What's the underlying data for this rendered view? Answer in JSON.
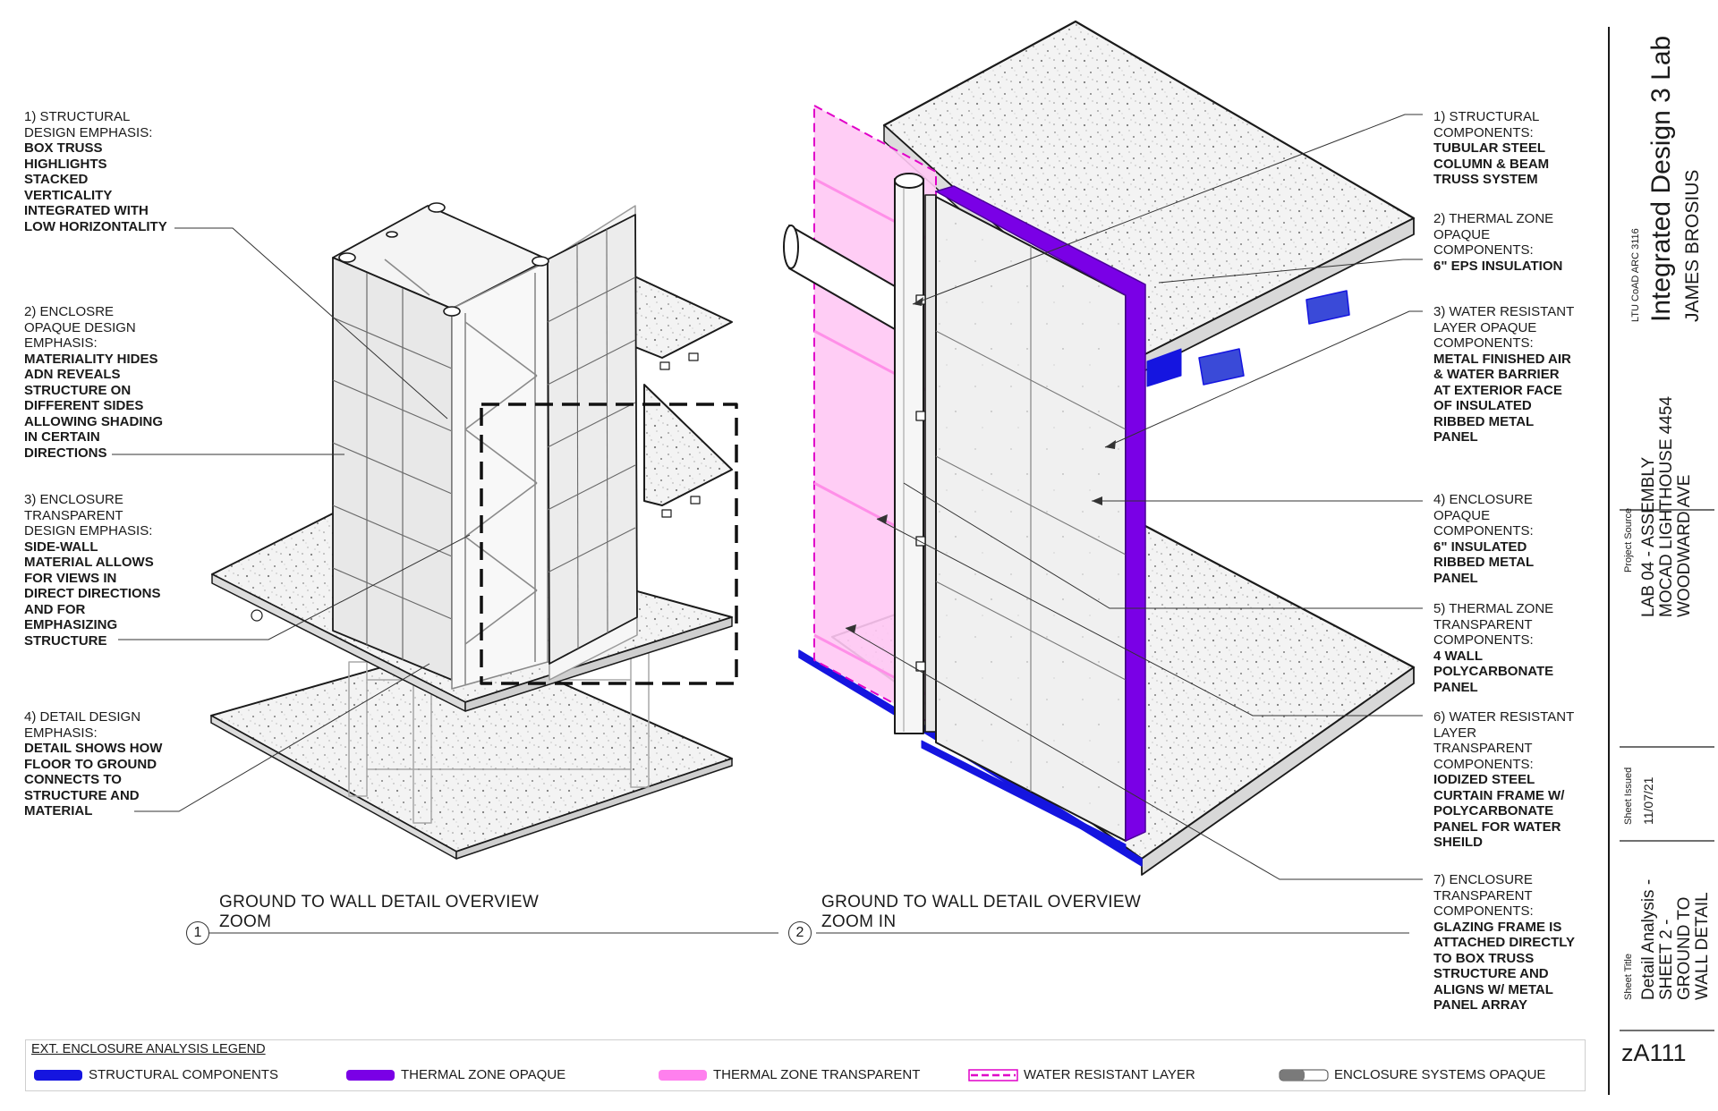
{
  "views": [
    {
      "number": "1",
      "title_line1": "GROUND TO WALL DETAIL OVERVIEW",
      "title_line2": "ZOOM"
    },
    {
      "number": "2",
      "title_line1": "GROUND TO WALL DETAIL OVERVIEW",
      "title_line2": "ZOOM IN"
    }
  ],
  "left_notes": [
    {
      "lead": [
        "1) STRUCTURAL",
        "DESIGN EMPHASIS:"
      ],
      "body": [
        "BOX TRUSS",
        "HIGHLIGHTS",
        "STACKED",
        "VERTICALITY",
        "INTEGRATED WITH",
        "LOW HORIZONTALITY"
      ]
    },
    {
      "lead": [
        "2) ENCLOSRE",
        "OPAQUE DESIGN",
        "EMPHASIS:"
      ],
      "body": [
        "MATERIALITY HIDES",
        "ADN REVEALS",
        "STRUCTURE ON",
        "DIFFERENT SIDES",
        "ALLOWING SHADING",
        "IN CERTAIN",
        "DIRECTIONS"
      ]
    },
    {
      "lead": [
        "3) ENCLOSURE",
        "TRANSPARENT",
        "DESIGN EMPHASIS:"
      ],
      "body": [
        "SIDE-WALL",
        "MATERIAL ALLOWS",
        "FOR VIEWS IN",
        "DIRECT DIRECTIONS",
        "AND FOR",
        "EMPHASIZING",
        "STRUCTURE"
      ]
    },
    {
      "lead": [
        "4) DETAIL DESIGN",
        "EMPHASIS:"
      ],
      "body": [
        "DETAIL SHOWS HOW",
        "FLOOR TO GROUND",
        "CONNECTS TO",
        "STRUCTURE AND",
        "MATERIAL"
      ]
    }
  ],
  "right_notes": [
    {
      "lead": [
        "1) STRUCTURAL",
        "COMPONENTS:"
      ],
      "body": [
        "TUBULAR STEEL",
        "COLUMN & BEAM",
        "TRUSS SYSTEM"
      ]
    },
    {
      "lead": [
        "2) THERMAL ZONE",
        "OPAQUE",
        "COMPONENTS:"
      ],
      "body": [
        "6\" EPS INSULATION"
      ]
    },
    {
      "lead": [
        "3) WATER RESISTANT",
        "LAYER OPAQUE",
        "COMPONENTS:"
      ],
      "body": [
        "METAL FINISHED AIR",
        "& WATER BARRIER",
        "AT EXTERIOR FACE",
        "OF INSULATED",
        "RIBBED METAL",
        "PANEL"
      ]
    },
    {
      "lead": [
        "4) ENCLOSURE",
        "OPAQUE",
        "COMPONENTS:"
      ],
      "body": [
        "6\" INSULATED",
        "RIBBED METAL",
        "PANEL"
      ]
    },
    {
      "lead": [
        "5) THERMAL ZONE",
        "TRANSPARENT",
        "COMPONENTS:"
      ],
      "body": [
        "4 WALL",
        "POLYCARBONATE",
        "PANEL"
      ]
    },
    {
      "lead": [
        "6) WATER RESISTANT",
        "LAYER",
        "TRANSPARENT",
        "COMPONENTS:"
      ],
      "body": [
        "IODIZED STEEL",
        "CURTAIN FRAME W/",
        "POLYCARBONATE",
        "PANEL FOR WATER",
        "SHEILD"
      ]
    },
    {
      "lead": [
        "7) ENCLOSURE",
        "TRANSPARENT",
        "COMPONENTS:"
      ],
      "body": [
        "GLAZING FRAME IS",
        "ATTACHED DIRECTLY",
        "TO BOX TRUSS",
        "STRUCTURE AND",
        "ALIGNS W/ METAL",
        "PANEL ARRAY"
      ]
    }
  ],
  "legend": {
    "title": "EXT. ENCLOSURE ANALYSIS LEGEND",
    "items": [
      {
        "label": "STRUCTURAL COMPONENTS",
        "color": "#1515e0",
        "style": "solid"
      },
      {
        "label": "THERMAL ZONE OPAQUE",
        "color": "#7a00e6",
        "style": "solid"
      },
      {
        "label": "THERMAL ZONE TRANSPARENT",
        "color": "#ff80ee",
        "style": "solid"
      },
      {
        "label": "WATER RESISTANT LAYER",
        "color": "#e000c8",
        "style": "dashed"
      },
      {
        "label": "ENCLOSURE SYSTEMS OPAQUE",
        "color": "#7a7a7a",
        "style": "half"
      }
    ]
  },
  "title_block": {
    "course": "LTU CoAD ARC 3116",
    "course_title": "Integrated Design 3 Lab",
    "author": "JAMES BROSIUS",
    "project_source_label": "Project Source",
    "project_source": [
      "LAB 04 - ASSEMBLY",
      "MOCAD LIGHTHOUSE 4454",
      "WOODWARD AVE"
    ],
    "sheet_issued_label": "Sheet Issued",
    "sheet_issued": "11/07/21",
    "sheet_title_label": "Sheet Title",
    "sheet_title": [
      "Detail Analysis -",
      "SHEET 2 -",
      "GROUND TO",
      "WALL DETAIL"
    ],
    "sheet_number": "zA111"
  },
  "colors": {
    "structural": "#1515e0",
    "thermal_opaque": "#7a00e6",
    "thermal_transparent": "#ffb8f2",
    "water_resistant": "#e000c8",
    "concrete": "#efefef",
    "line": "#1a1a1a"
  }
}
